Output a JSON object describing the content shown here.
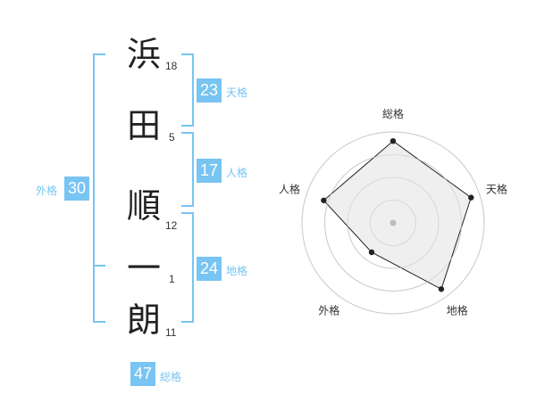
{
  "name": {
    "characters": [
      {
        "char": "浜",
        "strokes": "18"
      },
      {
        "char": "田",
        "strokes": "5"
      },
      {
        "char": "順",
        "strokes": "12"
      },
      {
        "char": "一",
        "strokes": "1"
      },
      {
        "char": "朗",
        "strokes": "11"
      }
    ]
  },
  "fortune": {
    "tenkaku": {
      "value": "23",
      "label": "天格"
    },
    "jinkaku": {
      "value": "17",
      "label": "人格"
    },
    "chikaku": {
      "value": "24",
      "label": "地格"
    },
    "gaikaku": {
      "value": "30",
      "label": "外格"
    },
    "soukaku": {
      "value": "47",
      "label": "総格"
    }
  },
  "chart_data": {
    "type": "radar",
    "axes": [
      "総格",
      "天格",
      "地格",
      "外格",
      "人格"
    ],
    "values": [
      0.9,
      0.9,
      0.9,
      0.4,
      0.8
    ],
    "max": 1,
    "rings": 4,
    "center": [
      0,
      0
    ],
    "grid": true
  },
  "colors": {
    "accent": "#78c4f2",
    "bracket": "#78c4f2",
    "chart_fill": "#ececec",
    "ring": "#cccccc",
    "line": "#222222",
    "center_dot": "#bbbbbb"
  }
}
